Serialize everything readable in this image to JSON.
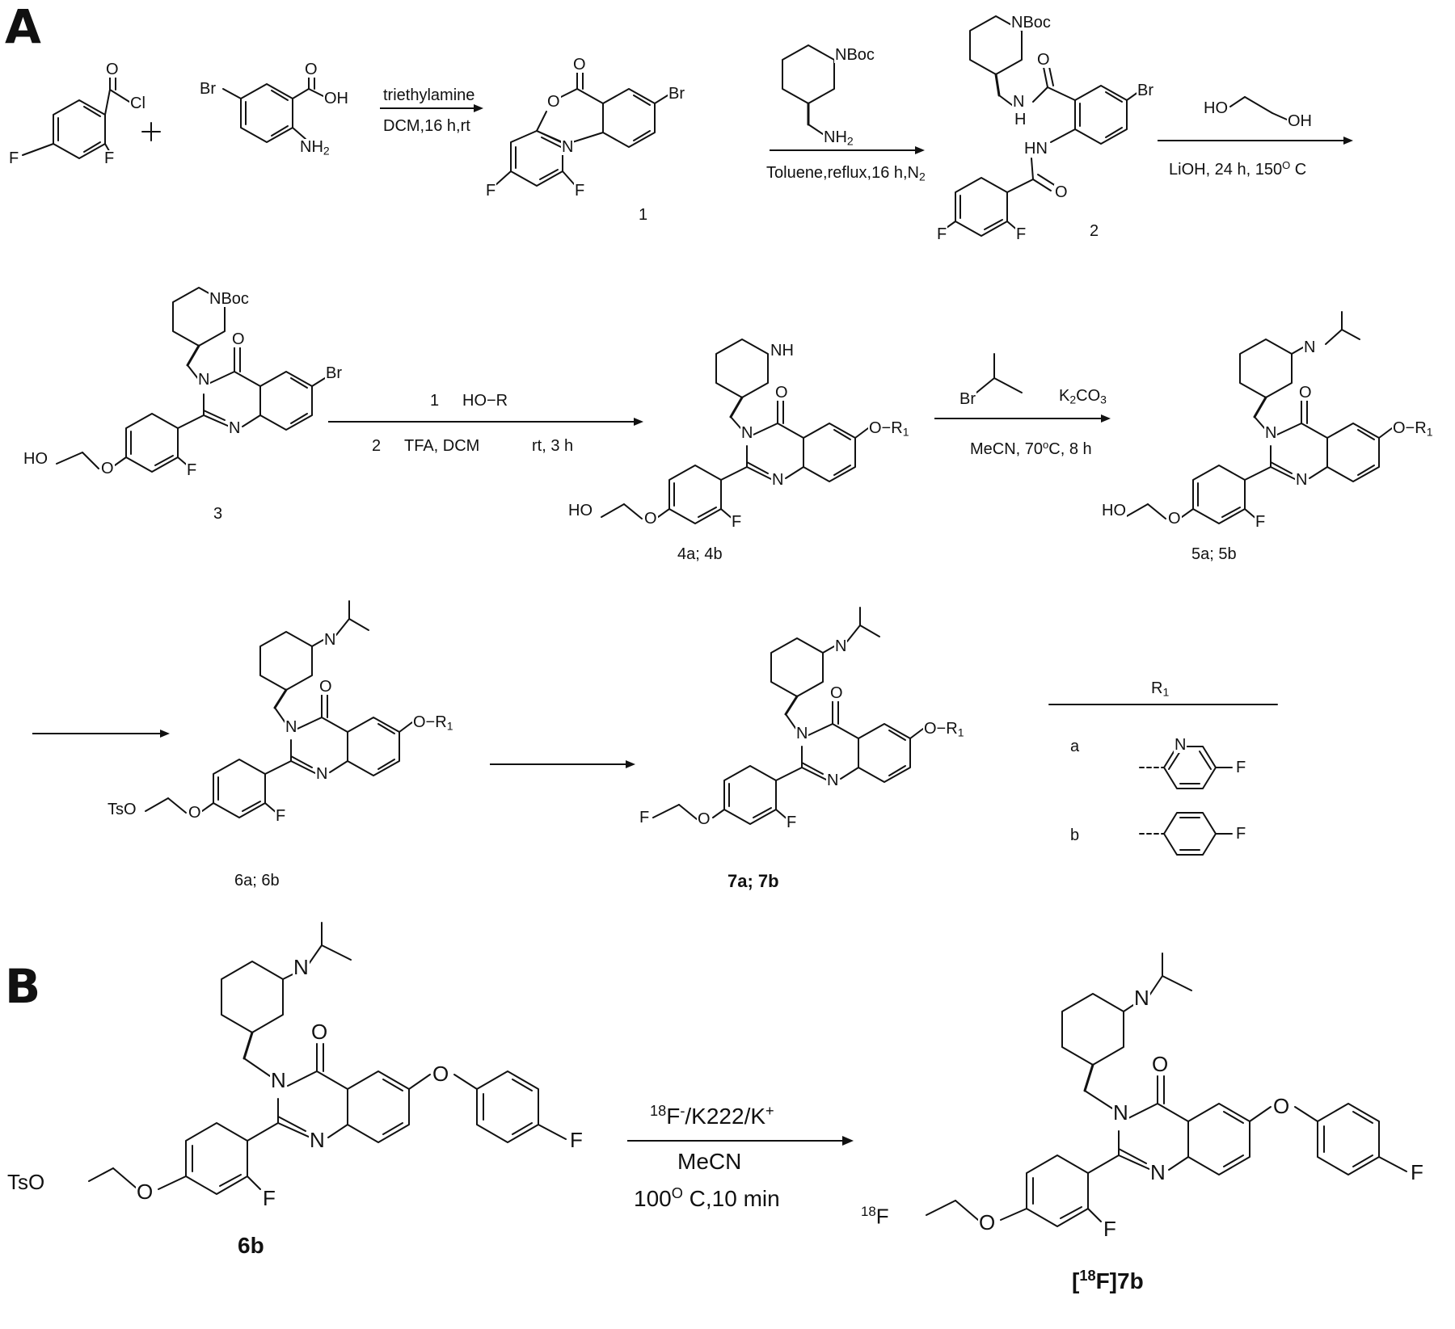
{
  "panels": {
    "a": "A",
    "b": "B"
  },
  "compounds": {
    "c1": "1",
    "c2": "2",
    "c3": "3",
    "c4": "4a;  4b",
    "c5": "5a;  5b",
    "c6": "6a;  6b",
    "c7": "7a;  7b",
    "c6b": "6b",
    "c7b_pre": "[",
    "c7b_iso": "18",
    "c7b_post": "F]7b"
  },
  "reagents": {
    "step1_top": "triethylamine",
    "step1_bottom": "DCM,16 h,rt",
    "step2_bottom": "Toluene,reflux,16 h,N",
    "step2_sub": "2",
    "step3_bottom": "LiOH, 24 h, 150",
    "step3_deg": "O",
    "step3_unit": " C",
    "step4_n1": "1",
    "step4_top": "HO−R",
    "step4_n2": "2",
    "step4_bottom": "TFA, DCM",
    "step4_time": "rt, 3 h",
    "step5_reagent_a": "K",
    "step5_reagent_sub": "2",
    "step5_reagent_b": "CO",
    "step5_reagent_sub2": "3",
    "step5_bottom": "MeCN, 70",
    "step5_deg": "o",
    "step5_unit": "C, 8 h",
    "radio_iso": "18",
    "radio_a": "F",
    "radio_minus": "-",
    "radio_b": "/K222/K",
    "radio_plus": "+",
    "radio_solvent": "MeCN",
    "radio_temp": "100",
    "radio_deg": "O",
    "radio_cond": " C,10 min"
  },
  "r1_table": {
    "header": "R",
    "header_sub": "1",
    "row_a": "a",
    "row_b": "b"
  },
  "atoms": {
    "O": "O",
    "N": "N",
    "F": "F",
    "Br": "Br",
    "Cl": "Cl",
    "OH": "OH",
    "NH2": "NH",
    "sub2": "2",
    "NBoc": "NBoc",
    "NH": "NH",
    "HN": "HN",
    "H": "H",
    "HO": "HO",
    "TsO": "TsO",
    "OR": "O−R",
    "R1sub": "1",
    "iso18": "18",
    "plus": "+"
  }
}
